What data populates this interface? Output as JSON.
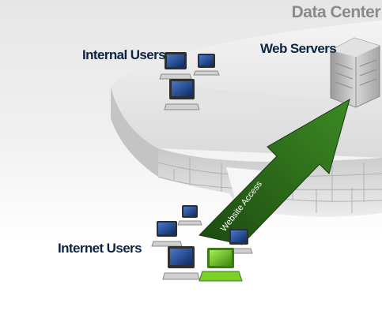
{
  "title": "Data Center",
  "labels": {
    "web_servers": "Web Servers",
    "internal_users": "Internal Users",
    "internet_users": "Internet Users",
    "arrow": "Website Access"
  },
  "colors": {
    "arrow": "#2e6b1c",
    "highlight_laptop": "#6cc61e",
    "label_text": "#0e2542",
    "title_text": "#8a8a8a"
  }
}
